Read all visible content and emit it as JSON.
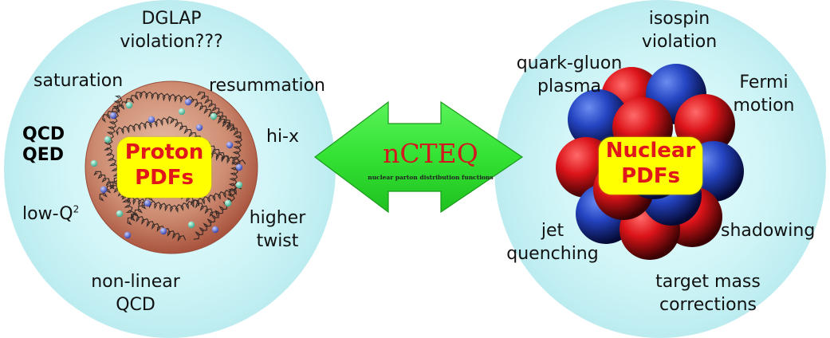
{
  "proton": {
    "badge": [
      "Proton",
      "PDFs"
    ],
    "labels": {
      "dglap": [
        "DGLAP",
        "violation???"
      ],
      "saturation": "saturation",
      "resummation": "resummation",
      "qcd": "QCD",
      "qed": "QED",
      "hix": "hi-x",
      "lowq": "low-Q",
      "lowq_sup": "2",
      "higher_twist": [
        "higher",
        "twist"
      ],
      "nonlinear": [
        "non-linear",
        "QCD"
      ]
    }
  },
  "center": {
    "title": "nCTEQ",
    "subtitle": "nuclear parton distribution functions"
  },
  "nuclear": {
    "badge": [
      "Nuclear",
      "PDFs"
    ],
    "labels": {
      "isospin": [
        "isospin",
        "violation"
      ],
      "qgp": [
        "quark-gluon",
        "plasma"
      ],
      "fermi": [
        "Fermi",
        "motion"
      ],
      "jet": [
        "jet",
        "quenching"
      ],
      "shadowing": "shadowing",
      "tmc": [
        "target mass",
        "corrections"
      ]
    }
  },
  "colors": {
    "bubble": "#c7f1f5",
    "arrow": "#33e833",
    "proton": "#c8806a",
    "blue_nucleon": "#1f3bb5",
    "red_nucleon": "#d8141e",
    "badge": "#ffff00",
    "badge_text": "#e0161a"
  }
}
